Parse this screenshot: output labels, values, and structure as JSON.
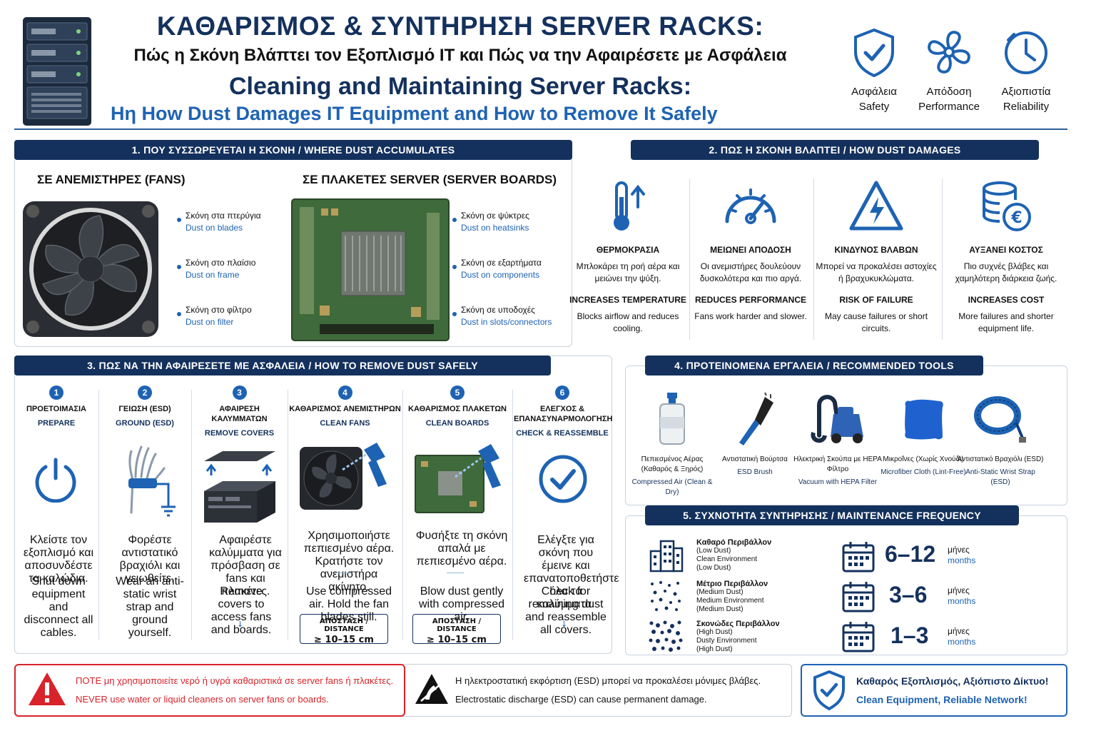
{
  "header": {
    "title_gr": "ΚΑΘΑΡΙΣΜΟΣ & ΣΥΝΤΗΡΗΣΗ SERVER RACKS:",
    "subtitle_gr": "Πώς η Σκόνη Βλάπτει τον Εξοπλισμό ΙΤ και Πώς να την Αφαιρέσετε με Ασφάλεια",
    "title_en": "Cleaning and Maintaining Server Racks:",
    "subtitle_en": "Hη   How Dust Damages IT Equipment and How to Remove It Safely",
    "badges": [
      {
        "icon": "shield-check-icon",
        "label_gr": "Ασφάλεια",
        "label_en": "Safety"
      },
      {
        "icon": "fan-icon",
        "label_gr": "Απόδοση",
        "label_en": "Performance"
      },
      {
        "icon": "clock-icon",
        "label_gr": "Αξιοπιστία",
        "label_en": "Reliability"
      }
    ]
  },
  "section1": {
    "bar": "1. ΠΟΥ ΣΥΣΣΩΡΕΥΕΤΑΙ Η ΣΚΟΝΗ / WHERE DUST ACCUMULATES",
    "fans_heading": "ΣΕ ΑΝΕΜΙΣΤΗΡΕΣ (FANS)",
    "boards_heading": "ΣΕ ΠΛΑΚΕΤΕΣ SERVER (SERVER BOARDS)",
    "fan_callouts": [
      {
        "gr": "Σκόνη στα πτερύγια",
        "en": "Dust on blades"
      },
      {
        "gr": "Σκόνη στο πλαίσιο",
        "en": "Dust on frame"
      },
      {
        "gr": "Σκόνη στο φίλτρο",
        "en": "Dust on filter"
      }
    ],
    "board_callouts": [
      {
        "gr": "Σκόνη σε ψύκτρες",
        "en": "Dust on heatsinks"
      },
      {
        "gr": "Σκόνη σε εξαρτήματα",
        "en": "Dust on components"
      },
      {
        "gr": "Σκόνη σε υποδοχές",
        "en": "Dust in slots/connectors"
      }
    ]
  },
  "section2": {
    "bar": "2. ΠΩΣ Η ΣΚΟΝΗ ΒΛΑΠΤΕΙ / HOW DUST DAMAGES",
    "items": [
      {
        "icon": "thermometer-icon",
        "title_gr": "ΘΕΡΜΟΚΡΑΣΙΑ",
        "desc_gr": "Μπλοκάρει τη ροή αέρα και μειώνει την ψύξη.",
        "title_en": "INCREASES TEMPERATURE",
        "desc_en": "Blocks airflow and reduces cooling."
      },
      {
        "icon": "gauge-icon",
        "title_gr": "ΜΕΙΩΝΕΙ ΑΠΟΔΟΣΗ",
        "desc_gr": "Οι ανεμιστήρες δουλεύουν δυσκολότερα και πιο αργά.",
        "title_en": "REDUCES PERFORMANCE",
        "desc_en": "Fans work harder and slower."
      },
      {
        "icon": "warning-icon",
        "title_gr": "ΚΙΝΔΥΝΟΣ ΒΛΑΒΩΝ",
        "desc_gr": "Μπορεί να προκαλέσει αστοχίες ή βραχυκυκλώματα.",
        "title_en": "RISK OF FAILURE",
        "desc_en": "May cause failures or short circuits."
      },
      {
        "icon": "cost-icon",
        "title_gr": "ΑΥΞΑΝΕΙ ΚΟΣΤΟΣ",
        "desc_gr": "Πιο συχνές βλάβες και χαμηλότερη διάρκεια ζωής.",
        "title_en": "INCREASES COST",
        "desc_en": "More failures and shorter equipment life."
      }
    ]
  },
  "section3": {
    "bar": "3. ΠΩΣ ΝΑ ΤΗΝ ΑΦΑΙΡΕΣΕΤΕ ΜΕ ΑΣΦΑΛΕΙΑ / HOW TO REMOVE DUST SAFELY",
    "steps": [
      {
        "num": "1",
        "title_gr": "ΠΡΟΕΤΟΙΜΑΣΙΑ",
        "title_en": "PREPARE",
        "desc_gr": "Κλείστε τον εξοπλισμό και αποσυνδέστε τα καλώδια.",
        "desc_en": "Shut down equipment and disconnect all cables."
      },
      {
        "num": "2",
        "title_gr": "ΓΕΙΩΣΗ (ESD)",
        "title_en": "GROUND (ESD)",
        "desc_gr": "Φορέστε αντιστατικό βραχιόλι και γειωθείτε.",
        "desc_en": "Wear an anti-static wrist strap and ground yourself."
      },
      {
        "num": "3",
        "title_gr": "ΑΦΑΙΡΕΣΗ ΚΑΛΥΜΜΑΤΩΝ",
        "title_en": "REMOVE COVERS",
        "desc_gr": "Αφαιρέστε καλύμματα για πρόσβαση σε fans και πλακέτες.",
        "desc_en": "Remove covers to access fans and boards."
      },
      {
        "num": "4",
        "title_gr": "ΚΑΘΑΡΙΣΜΟΣ ΑΝΕΜΙΣΤΗΡΩΝ",
        "title_en": "CLEAN FANS",
        "desc_gr": "Χρησιμοποιήστε πεπιεσμένο αέρα. Κρατήστε τον ανεμιστήρα ακίνητο.",
        "desc_en": "Use compressed air. Hold the fan blades still.",
        "dist_label": "ΑΠΟΣΤΑΣΗ / DISTANCE",
        "dist_value": "≥ 10–15 cm"
      },
      {
        "num": "5",
        "title_gr": "ΚΑΘΑΡΙΣΜΟΣ ΠΛΑΚΕΤΩΝ",
        "title_en": "CLEAN BOARDS",
        "desc_gr": "Φυσήξτε τη σκόνη απαλά με πεπιεσμένο αέρα.",
        "desc_en": "Blow dust gently with compressed air.",
        "dist_label": "ΑΠΟΣΤΑΣΗ / DISTANCE",
        "dist_value": "≥ 10–15 cm"
      },
      {
        "num": "6",
        "title_gr": "ΕΛΕΓΧΟΣ & ΕΠΑΝΑΣΥΝΑΡΜΟΛΟΓΗΣΗ",
        "title_en": "CHECK & REASSEMBLE",
        "desc_gr": "Ελέγξτε για σκόνη που έμεινε και επανατοποθετήστε όλα τα καλύμματα.",
        "desc_en": "Check for remaining dust and reassemble all covers."
      }
    ]
  },
  "section4": {
    "bar": "4. ΠΡΟΤΕΙΝΟΜΕΝΑ ΕΡΓΑΛΕΙΑ / RECOMMENDED TOOLS",
    "tools": [
      {
        "icon": "compressed-air-icon",
        "gr": "Πεπιεσμένος Αέρας (Καθαρός & Ξηρός)",
        "en": "Compressed Air (Clean & Dry)"
      },
      {
        "icon": "brush-icon",
        "gr": "Αντιστατική Βούρτσα",
        "en": "ESD Brush"
      },
      {
        "icon": "vacuum-icon",
        "gr": "Ηλεκτρική Σκούπα με HEPA Φίλτρο",
        "en": "Vacuum with HEPA Filter"
      },
      {
        "icon": "cloth-icon",
        "gr": "Μικροΐνες (Χωρίς Χνούδι)",
        "en": "Microfiber Cloth (Lint-Free)"
      },
      {
        "icon": "wrist-strap-icon",
        "gr": "Αντιστατικό Βραχιόλι (ESD)",
        "en": "Anti-Static Wrist Strap (ESD)"
      }
    ]
  },
  "section5": {
    "bar": "5. ΣΥΧΝΟΤΗΤΑ ΣΥΝΤΗΡΗΣΗΣ / MAINTENANCE FREQUENCY",
    "rows": [
      {
        "title": "Καθαρό Περιβάλλον",
        "l2": "(Low Dust)",
        "l3": "Clean Environment",
        "l4": "(Low Dust)",
        "freq": "6–12",
        "unit_gr": "μήνες",
        "unit_en": "months"
      },
      {
        "title": "Μέτριο Περιβάλλον",
        "l2": "(Medium Dust)",
        "l3": "Medium Environment",
        "l4": "(Medium Dust)",
        "freq": "3–6",
        "unit_gr": "μήνες",
        "unit_en": "months"
      },
      {
        "title": "Σκονώδες Περιβάλλον",
        "l2": "(High Dust)",
        "l3": "Dusty Environment",
        "l4": "(High Dust)",
        "freq": "1–3",
        "unit_gr": "μήνες",
        "unit_en": "months"
      }
    ]
  },
  "footer": {
    "warn_gr": "ΠΟΤΕ μη χρησιμοποιείτε νερό ή υγρά καθαριστικά σε server fans ή πλακέτες.",
    "warn_en": "NEVER use water or liquid cleaners on server fans or boards.",
    "esd_gr": "Η ηλεκτροστατική εκφόρτιση (ESD) μπορεί να προκαλέσει μόνιμες βλάβες.",
    "esd_en": "Electrostatic discharge (ESD) can cause permanent damage.",
    "slogan_gr": "Καθαρός Εξοπλισμός, Αξιόπιστο Δίκτυο!",
    "slogan_en": "Clean Equipment, Reliable Network!",
    "warn_color": "#d8232a"
  }
}
